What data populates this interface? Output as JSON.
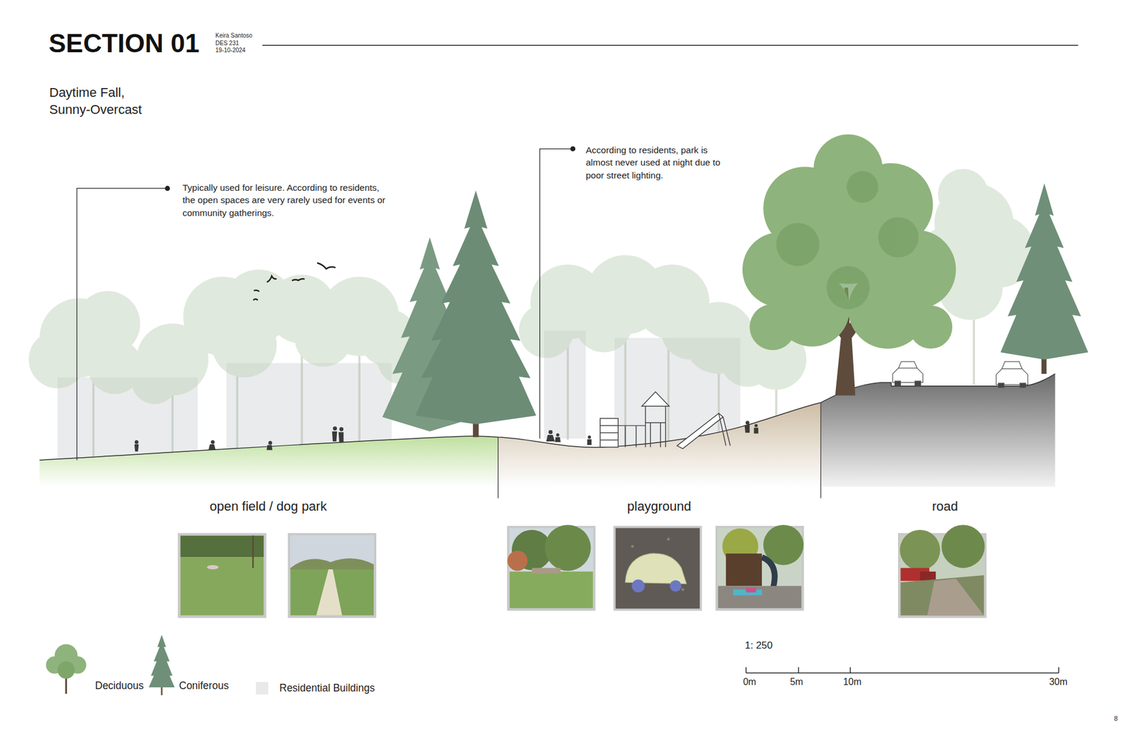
{
  "diagram": {
    "title": "SECTION 01",
    "labels": [
      "Keira Santoso",
      "DES 231",
      "19-10-2024",
      "Daytime Fall, Sunny-Overcast",
      "Typically used for leisure. According to residents, the open spaces are very rarely used for events or community gatherings.",
      "According to residents, park is almost never used at night due to poor street lighting.",
      "open field / dog park",
      "playground",
      "road",
      "1: 250",
      "0m",
      "5m",
      "10m",
      "30m",
      "8"
    ],
    "legend": [
      {
        "text": "Deciduous"
      },
      {
        "text": "Coniferous"
      },
      {
        "text": "Residential Buildings",
        "color": "#e9e9e9"
      }
    ]
  }
}
